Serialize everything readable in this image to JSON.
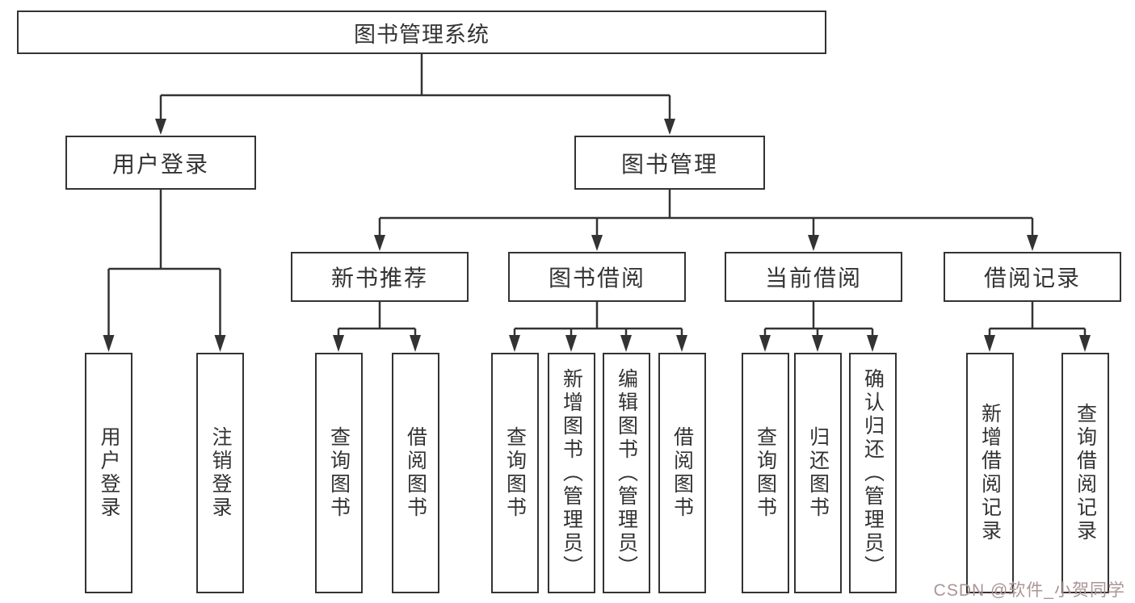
{
  "diagram": {
    "root": {
      "label": "图书管理系统"
    },
    "level2": [
      {
        "id": "user-login",
        "label": "用户登录"
      },
      {
        "id": "book-management",
        "label": "图书管理"
      }
    ],
    "level3": [
      {
        "id": "new-book-recommend",
        "label": "新书推荐"
      },
      {
        "id": "book-borrowing",
        "label": "图书借阅"
      },
      {
        "id": "current-borrowing",
        "label": "当前借阅"
      },
      {
        "id": "borrowing-records",
        "label": "借阅记录"
      }
    ],
    "leaves": {
      "user_login": [
        {
          "label": "用户登录"
        },
        {
          "label": "注销登录"
        }
      ],
      "new_book_recommend": [
        {
          "label": "查询图书"
        },
        {
          "label": "借阅图书"
        }
      ],
      "book_borrowing": [
        {
          "label": "查询图书"
        },
        {
          "label": "新增图书（管理员）"
        },
        {
          "label": "编辑图书（管理员）"
        },
        {
          "label": "借阅图书"
        }
      ],
      "current_borrowing": [
        {
          "label": "查询图书"
        },
        {
          "label": "归还图书"
        },
        {
          "label": "确认归还（管理员）"
        }
      ],
      "borrowing_records": [
        {
          "label": "新增借阅记录"
        },
        {
          "label": "查询借阅记录"
        }
      ]
    },
    "colors": {
      "line": "#333333",
      "box_border": "#333333",
      "text": "#333333",
      "background": "#ffffff"
    }
  },
  "watermark": {
    "text": "CSDN @软件_小贺同学",
    "color": "#ab9595"
  }
}
